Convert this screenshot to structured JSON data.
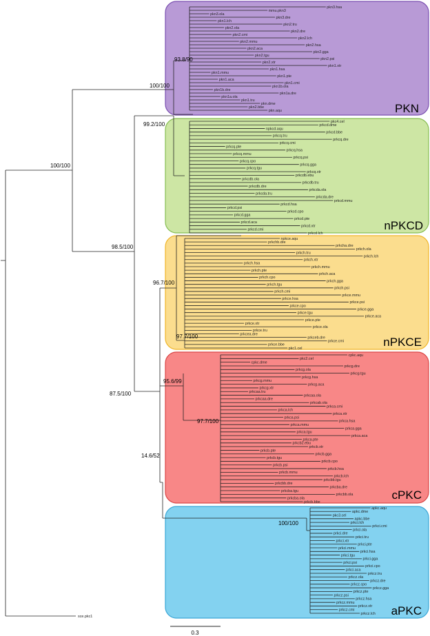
{
  "clades": [
    {
      "title": "PKN",
      "fill": "#b89ad6",
      "stroke": "#7a4fb0"
    },
    {
      "title": "nPKCD",
      "fill": "#cde6a4",
      "stroke": "#86bd52"
    },
    {
      "title": "nPKCE",
      "fill": "#fbdd8e",
      "stroke": "#efb528"
    },
    {
      "title": "cPKC",
      "fill": "#f88787",
      "stroke": "#d94545"
    },
    {
      "title": "aPKC",
      "fill": "#83d2f0",
      "stroke": "#3aa6d6"
    }
  ],
  "support_values": [
    "93.8/90",
    "100/100",
    "99.2/100",
    "100/100",
    "98.5/100",
    "96.7/100",
    "97.7/100",
    "87.5/100",
    "95.6/99",
    "97.7/100",
    "14.6/52",
    "100/100"
  ],
  "leaves": {
    "pkn": [
      "pkn3.hsa",
      "mmu.pkn3",
      "pkn3.ola",
      "pkn3.dre",
      "pkn1.lch",
      "pkn2.tru",
      "pkn2.ola",
      "pkn2.dre",
      "pkn2.cmi",
      "pkn2.lch",
      "pkn2.mmu",
      "pkn2.hsa",
      "pkn2.aca",
      "pkn2.gga",
      "pkn2.tgu",
      "pkn2.psi",
      "pkn2.xtr",
      "pkn1.xtr",
      "pkn1.hsa",
      "pkn1.mmu",
      "pkn1.pte",
      "pkn1.aca",
      "pkn1.cmi",
      "pkn1b.ola",
      "pkn1b.dre",
      "pkn1a.dre",
      "pkn1a.ola",
      "pkn1.tru",
      "pkn.dme",
      "pkn2.bbe",
      "pkn.aqu"
    ],
    "npkcd": [
      "pkc4.cel",
      "prkcd.dme",
      "npkcd.aqu",
      "prkcd.bbe",
      "prkcq.tru",
      "prkcq.dre",
      "prkcq.cmi",
      "prkcq.pte",
      "prkcq.hsa",
      "prkcq.mmu",
      "prkcq.psi",
      "prkcq.cpo",
      "prkcq.gga",
      "prkcq.tgu",
      "prkcq.xtr",
      "prkcdb.ebu",
      "prkcdb.ola",
      "prkcdb.tru",
      "prkcdb.dre",
      "prkcda.ola",
      "prkcda.tru",
      "prkcda.dre",
      "prkcd.mmu",
      "prkcd.hsa",
      "prkcd.psi",
      "prkcd.cpo",
      "prkcd.gga",
      "prkcd.pte",
      "prkcd.aca",
      "prkcd.xtr",
      "prkcd.cmi",
      "prkcd.lch"
    ],
    "npkce": [
      "npkce.aqu",
      "prkchb.dre",
      "prkcha.dre",
      "prkch.ola",
      "prkch.tru",
      "prkch.lch",
      "prkch.xtr",
      "prkch.hsa",
      "prkch.mmu",
      "prkch.pte",
      "prkch.aca",
      "prkch.cpo",
      "prkch.gga",
      "prkch.tgu",
      "prkch.psi",
      "prkch.cmi",
      "prkce.mmu",
      "prkce.hsa",
      "prkce.psi",
      "prkce.cpo",
      "prkce.gga",
      "prkce.tgu",
      "prkce.aca",
      "prkce.pte",
      "prkce.xtr",
      "prkce.ola",
      "prkce.tru",
      "prkcea.dre",
      "prkceb.dre",
      "prkce.cmi",
      "prkce.bbe",
      "pkc1.cel"
    ],
    "cpkc": [
      "cpkc.aqu",
      "pkc2.cel",
      "cpkc.dme",
      "prkcg.dre",
      "prkcg.ola",
      "prkcg.tgu",
      "prkcg.hsa",
      "prkcg.mmu",
      "prkcg.aca",
      "prkcg.xtr",
      "prkcaa.tru",
      "prkcaa.ola",
      "prkcaa.dre",
      "prkcab.ola",
      "prkca.cmi",
      "prkca.lch",
      "prkca.xtr",
      "prkca.psi",
      "prkca.hsa",
      "prkca.mmu",
      "prkca.gga",
      "prkca.tgu",
      "prkca.aca",
      "prkca.pte",
      "prkcb2.ebu",
      "prkcb.xtr",
      "prkcb.pte",
      "prkcb.gga",
      "prkcb.tgu",
      "prkcb.cpo",
      "prkcb.psi",
      "prkcb.hsa",
      "prkcb.mmu",
      "prkcb.lch",
      "prkcbb.tgu",
      "prkcbb.dre",
      "prkcba.dre",
      "prkcba.tgu",
      "prkcbb.ola",
      "prkcba.ola",
      "prkcb.bbe"
    ],
    "apkc": [
      "apkc.aqu",
      "apkc.dme",
      "pkc3.cel",
      "apkc.bbe",
      "prkci.lch",
      "prkci.cmi",
      "prkci.ola",
      "prkci.dre",
      "prkci.tru",
      "prkci.xtr",
      "prkci.pte",
      "prkci.mmu",
      "prkci.hsa",
      "prkci.tgu",
      "prkci.gga",
      "prkci.psi",
      "prkci.cpo",
      "prkci.aca",
      "prkcz.tru",
      "prkcz.ola",
      "prkcz.dre",
      "prkcz.cpo",
      "prkcz.gga",
      "prkcz.pte",
      "prkcz.psi",
      "prkcz.hsa",
      "prkcz.mmu",
      "prkcz.xtr",
      "prkcz.cmi",
      "prkcz.lch"
    ],
    "outgroup": [
      "sce.pkc1"
    ]
  },
  "scale_bar": {
    "label": "0.3"
  }
}
